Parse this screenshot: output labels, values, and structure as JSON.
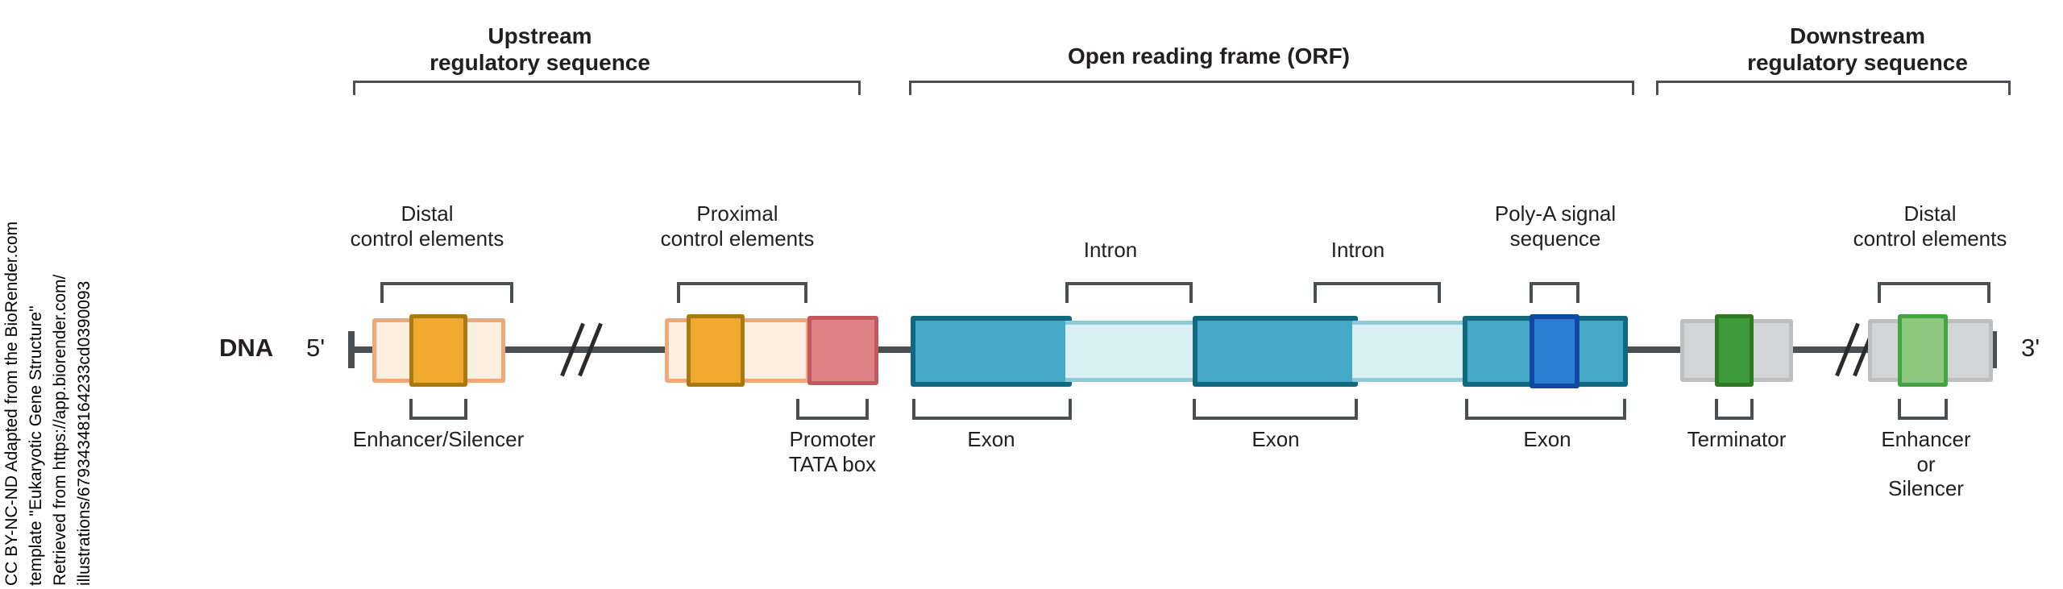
{
  "attribution": {
    "lines": [
      "CC BY-NC-ND Adapted from the BioRender.com",
      "template \"Eukaryotic Gene Structure\"",
      "Retrieved from https://app.biorender.com/",
      "illustrations/67934348164233cd0390093"
    ]
  },
  "diagram": {
    "strand_label": "DNA",
    "five_prime": "5'",
    "three_prime": "3'",
    "sections": [
      {
        "label": "Upstream\nregulatory sequence"
      },
      {
        "label": "Open reading frame (ORF)"
      },
      {
        "label": "Downstream\nregulatory sequence"
      }
    ],
    "callouts_above": [
      {
        "label": "Distal\ncontrol elements"
      },
      {
        "label": "Proximal\ncontrol elements"
      },
      {
        "label": "Intron"
      },
      {
        "label": "Intron"
      },
      {
        "label": "Poly-A signal\nsequence"
      },
      {
        "label": "Distal\ncontrol elements"
      }
    ],
    "callouts_below": [
      {
        "label": "Enhancer/Silencer"
      },
      {
        "label": "Promoter\nTATA box"
      },
      {
        "label": "Exon"
      },
      {
        "label": "Exon"
      },
      {
        "label": "Exon"
      },
      {
        "label": "Terminator"
      },
      {
        "label": "Enhancer\nor\nSilencer"
      }
    ]
  },
  "colors": {
    "strand": "#4a4f54",
    "control_fill": "#fdefe0",
    "control_border": "#f0a878",
    "element_fill": "#efaa2f",
    "element_border": "#a97a12",
    "tata_fill": "#df8186",
    "tata_border": "#c0585d",
    "exon_fill": "#44a8c6",
    "exon_border": "#11697f",
    "intron_fill": "#d9f1f4",
    "intron_border": "#8ecad6",
    "polya_fill": "#2a7fd4",
    "polya_border": "#1049a0",
    "gray_fill": "#d3d4d6",
    "gray_border": "#bcbec0",
    "terminator_fill": "#3d9b3d",
    "terminator_border": "#2d7a22",
    "enhancer_fill": "#8cc97f",
    "enhancer_border": "#46a341",
    "text": "#231f20"
  }
}
